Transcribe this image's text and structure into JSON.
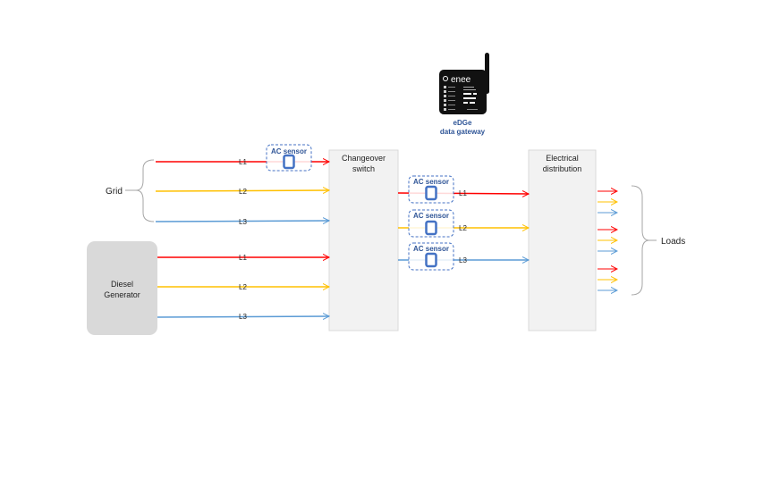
{
  "colors": {
    "l1": "#ff0000",
    "l2": "#ffc000",
    "l3": "#5b9bd5",
    "sensor": "#4472c4",
    "sensor_text": "#2f5597",
    "box_fill": "#f2f2f2",
    "generator_fill": "#d9d9d9"
  },
  "grid": {
    "label": "Grid"
  },
  "generator": {
    "line1": "Diesel",
    "line2": "Generator"
  },
  "changeover": {
    "line1": "Changeover",
    "line2": "switch"
  },
  "distribution": {
    "line1": "Electrical",
    "line2": "distribution"
  },
  "loads": {
    "label": "Loads"
  },
  "gateway": {
    "brand": "enee",
    "line1": "eDGe",
    "line2": "data gateway"
  },
  "sensors": {
    "grid_l1": "AC sensor",
    "out_l1": "AC sensor",
    "out_l2": "AC sensor",
    "out_l3": "AC sensor"
  },
  "wires": {
    "grid_l1": "L1",
    "grid_l2": "L2",
    "grid_l3": "L3",
    "gen_l1": "L1",
    "gen_l2": "L2",
    "gen_l3": "L3",
    "out_l1": "L1",
    "out_l2": "L2",
    "out_l3": "L3"
  }
}
